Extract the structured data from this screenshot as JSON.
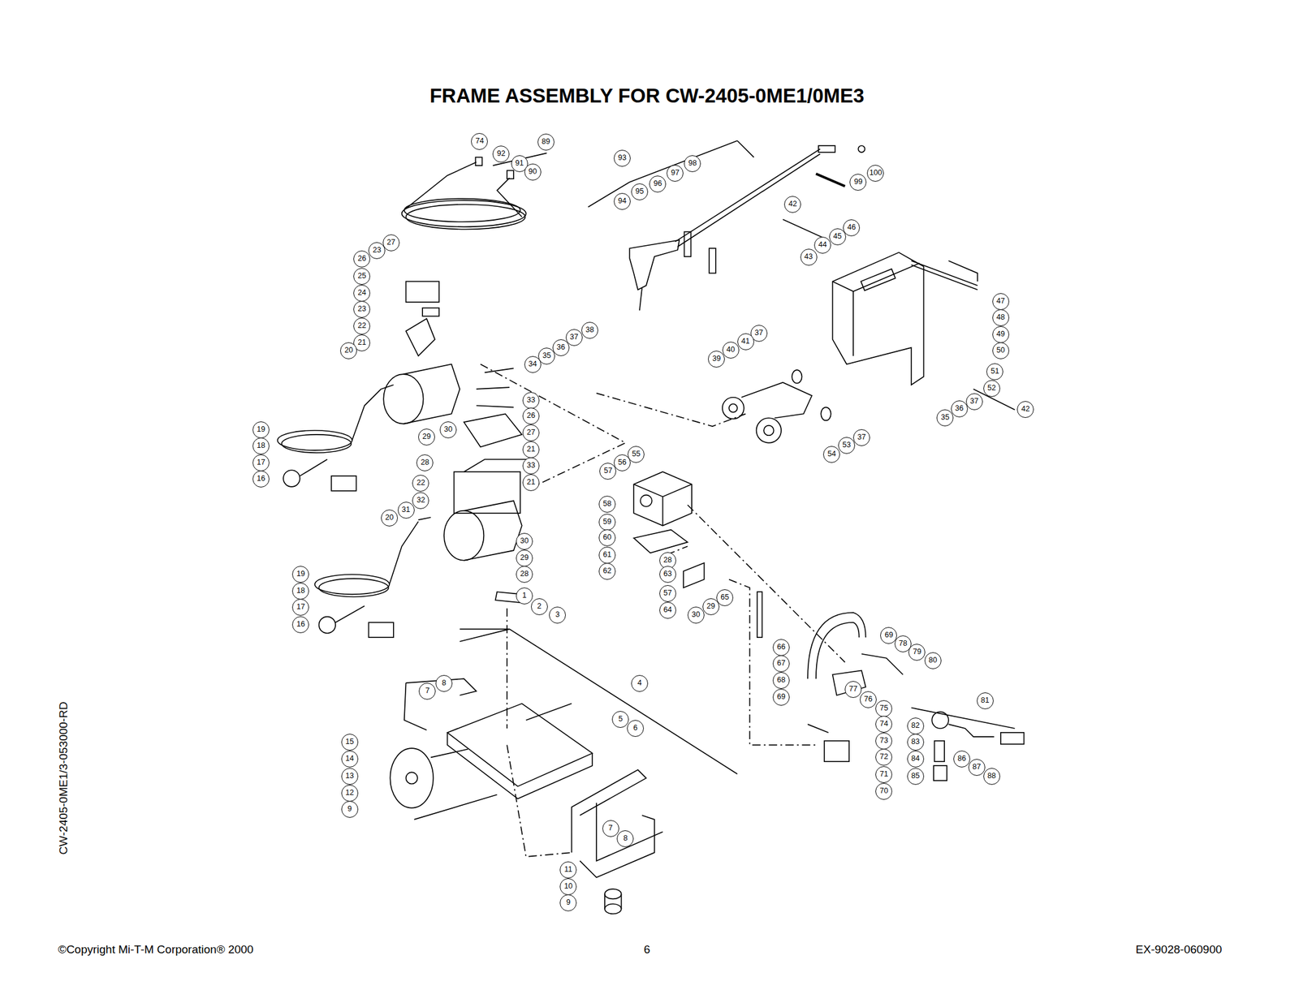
{
  "diagram": {
    "title": "FRAME ASSEMBLY FOR CW-2405-0ME1/0ME3",
    "labels": [
      "©Copyright Mi-T-M Corporation® 2000",
      "6",
      "EX-9028-060900",
      "CW-2405-0ME1/3-053000-RD",
      "74",
      "92",
      "89",
      "91",
      "90",
      "93",
      "98",
      "100",
      "99",
      "94",
      "95",
      "96",
      "97",
      "42",
      "46",
      "45",
      "44",
      "43",
      "47",
      "48",
      "49",
      "50",
      "51",
      "52",
      "42",
      "37",
      "36",
      "35",
      "27",
      "23",
      "26",
      "25",
      "24",
      "23",
      "22",
      "21",
      "20",
      "38",
      "37",
      "36",
      "35",
      "34",
      "37",
      "41",
      "40",
      "39",
      "33",
      "26",
      "27",
      "21",
      "33",
      "21",
      "30",
      "29",
      "28",
      "19",
      "18",
      "17",
      "16",
      "37",
      "53",
      "54",
      "55",
      "56",
      "57",
      "22",
      "32",
      "31",
      "20",
      "30",
      "29",
      "28",
      "58",
      "59",
      "60",
      "61",
      "62",
      "28",
      "63",
      "57",
      "64",
      "29",
      "30",
      "65",
      "19",
      "18",
      "17",
      "16",
      "1",
      "2",
      "3",
      "66",
      "67",
      "68",
      "69",
      "78",
      "79",
      "80",
      "77",
      "69",
      "76",
      "75",
      "74",
      "73",
      "72",
      "71",
      "70",
      "81",
      "82",
      "83",
      "84",
      "85",
      "86",
      "87",
      "88",
      "4",
      "7",
      "8",
      "5",
      "6",
      "15",
      "14",
      "13",
      "12",
      "9",
      "7",
      "8",
      "11",
      "10",
      "9"
    ]
  }
}
